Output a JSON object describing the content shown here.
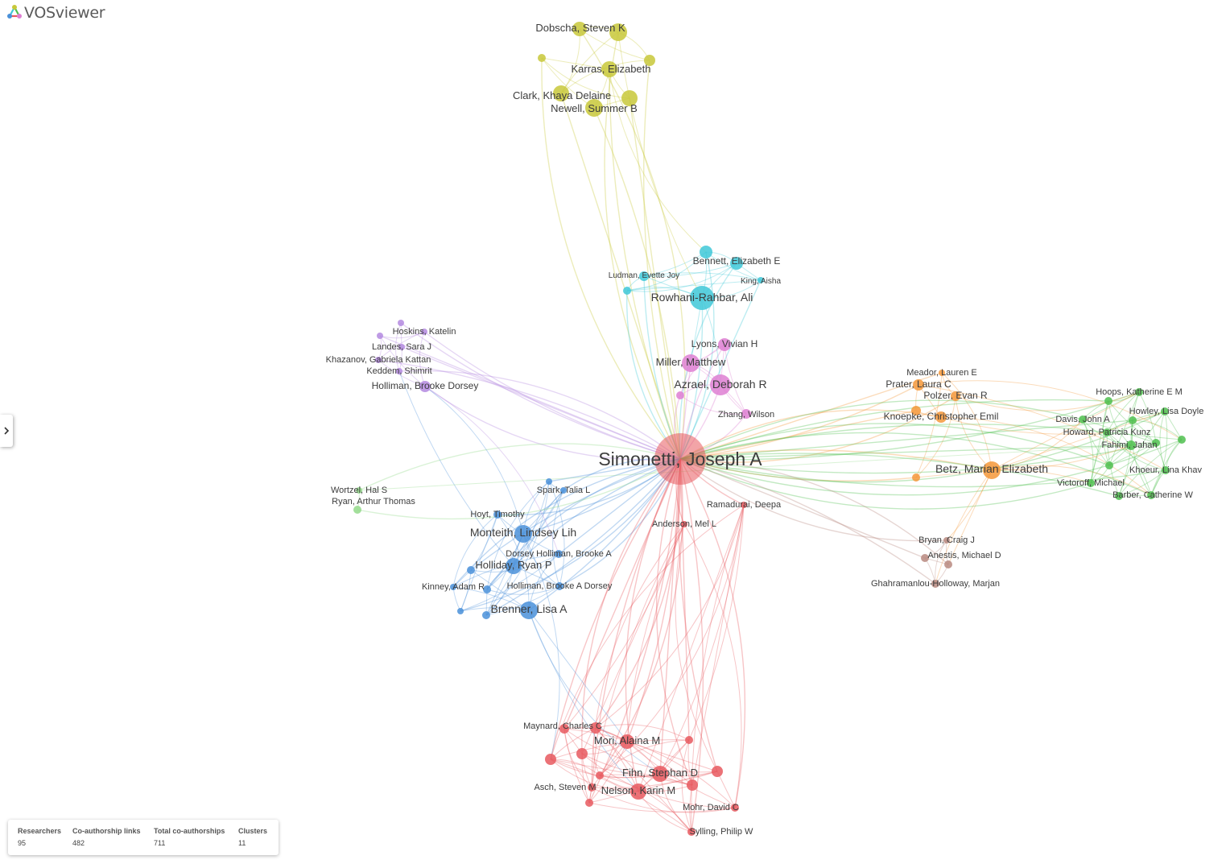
{
  "app": {
    "title": "VOSviewer"
  },
  "colors": {
    "red": "#e8595f",
    "orange": "#f4983a",
    "green": "#4fbf4f",
    "blue": "#4a90d9",
    "yellow": "#c8c83a",
    "cyan": "#3fc8d8",
    "pink": "#de7fd2",
    "purple": "#b48ae0",
    "brown": "#b88a80",
    "lightgreen": "#93d98a"
  },
  "network": {
    "nodes": [
      {
        "id": "simonetti",
        "label": "Simonetti, Joseph A",
        "cluster": "red"
      },
      {
        "id": "dobscha",
        "label": "Dobscha, Steven K",
        "cluster": "yellow"
      },
      {
        "id": "karras",
        "label": "Karras, Elizabeth",
        "cluster": "yellow"
      },
      {
        "id": "clark",
        "label": "Clark, Khaya Delaine",
        "cluster": "yellow"
      },
      {
        "id": "newell",
        "label": "Newell, Summer B",
        "cluster": "yellow"
      },
      {
        "id": "y1",
        "label": "",
        "cluster": "yellow"
      },
      {
        "id": "y2",
        "label": "",
        "cluster": "yellow"
      },
      {
        "id": "y3",
        "label": "",
        "cluster": "yellow"
      },
      {
        "id": "y4",
        "label": "",
        "cluster": "yellow"
      },
      {
        "id": "bennett",
        "label": "Bennett, Elizabeth E",
        "cluster": "cyan"
      },
      {
        "id": "ludman",
        "label": "Ludman, Evette Joy",
        "cluster": "cyan"
      },
      {
        "id": "king",
        "label": "King, Aisha",
        "cluster": "cyan"
      },
      {
        "id": "rowhani",
        "label": "Rowhani-Rahbar, Ali",
        "cluster": "cyan"
      },
      {
        "id": "c1",
        "label": "",
        "cluster": "cyan"
      },
      {
        "id": "c2",
        "label": "",
        "cluster": "cyan"
      },
      {
        "id": "lyons",
        "label": "Lyons, Vivian H",
        "cluster": "pink"
      },
      {
        "id": "miller",
        "label": "Miller, Matthew",
        "cluster": "pink"
      },
      {
        "id": "azrael",
        "label": "Azrael, Deborah R",
        "cluster": "pink"
      },
      {
        "id": "zhang",
        "label": "Zhang, Wilson",
        "cluster": "pink"
      },
      {
        "id": "p1",
        "label": "",
        "cluster": "pink"
      },
      {
        "id": "hoskins",
        "label": "Hoskins, Katelin",
        "cluster": "purple"
      },
      {
        "id": "landes",
        "label": "Landes, Sara J",
        "cluster": "purple"
      },
      {
        "id": "khazanov",
        "label": "Khazanov, Gabriela Kattan",
        "cluster": "purple"
      },
      {
        "id": "keddem",
        "label": "Keddem, Shimrit",
        "cluster": "purple"
      },
      {
        "id": "hollimanb",
        "label": "Holliman, Brooke Dorsey",
        "cluster": "purple"
      },
      {
        "id": "u1",
        "label": "",
        "cluster": "purple"
      },
      {
        "id": "u2",
        "label": "",
        "cluster": "purple"
      },
      {
        "id": "meador",
        "label": "Meador, Lauren E",
        "cluster": "orange"
      },
      {
        "id": "prater",
        "label": "Prater, Laura C",
        "cluster": "orange"
      },
      {
        "id": "polzer",
        "label": "Polzer, Evan R",
        "cluster": "orange"
      },
      {
        "id": "knoepke",
        "label": "Knoepke, Christopher Emil",
        "cluster": "orange"
      },
      {
        "id": "betz",
        "label": "Betz, Marian Elizabeth",
        "cluster": "orange"
      },
      {
        "id": "o1",
        "label": "",
        "cluster": "orange"
      },
      {
        "id": "o2",
        "label": "",
        "cluster": "orange"
      },
      {
        "id": "hoops",
        "label": "Hoops, Katherine E M",
        "cluster": "green"
      },
      {
        "id": "howley",
        "label": "Howley, Lisa Doyle",
        "cluster": "green"
      },
      {
        "id": "davis",
        "label": "Davis, John A",
        "cluster": "green"
      },
      {
        "id": "howard",
        "label": "Howard, Patricia Kunz",
        "cluster": "green"
      },
      {
        "id": "fahimi",
        "label": "Fahimi, Jahan",
        "cluster": "green"
      },
      {
        "id": "khoeur",
        "label": "Khoeur, Lina Khav",
        "cluster": "green"
      },
      {
        "id": "victoroff",
        "label": "Victoroff, Michael",
        "cluster": "green"
      },
      {
        "id": "barber",
        "label": "Barber, Catherine W",
        "cluster": "green"
      },
      {
        "id": "g1",
        "label": "",
        "cluster": "green"
      },
      {
        "id": "g2",
        "label": "",
        "cluster": "green"
      },
      {
        "id": "g3",
        "label": "",
        "cluster": "green"
      },
      {
        "id": "g4",
        "label": "",
        "cluster": "green"
      },
      {
        "id": "g5",
        "label": "",
        "cluster": "green"
      },
      {
        "id": "g6",
        "label": "",
        "cluster": "green"
      },
      {
        "id": "bryan",
        "label": "Bryan, Craig J",
        "cluster": "brown"
      },
      {
        "id": "anestis",
        "label": "Anestis, Michael D",
        "cluster": "brown"
      },
      {
        "id": "ghahramanlou",
        "label": "Ghahramanlou-Holloway, Marjan",
        "cluster": "brown"
      },
      {
        "id": "b1",
        "label": "",
        "cluster": "brown"
      },
      {
        "id": "wortzel",
        "label": "Wortzel, Hal S",
        "cluster": "lightgreen"
      },
      {
        "id": "ryan",
        "label": "Ryan, Arthur Thomas",
        "cluster": "lightgreen"
      },
      {
        "id": "spark",
        "label": "Spark, Talia L",
        "cluster": "blue"
      },
      {
        "id": "hoyt",
        "label": "Hoyt, Timothy",
        "cluster": "blue"
      },
      {
        "id": "monteith",
        "label": "Monteith, Lindsey Lih",
        "cluster": "blue"
      },
      {
        "id": "dorsey",
        "label": "Dorsey Holliman, Brooke A",
        "cluster": "blue"
      },
      {
        "id": "holliday",
        "label": "Holliday, Ryan P",
        "cluster": "blue"
      },
      {
        "id": "kinney",
        "label": "Kinney, Adam R",
        "cluster": "blue"
      },
      {
        "id": "hollimanba",
        "label": "Holliman, Brooke A Dorsey",
        "cluster": "blue"
      },
      {
        "id": "brenner",
        "label": "Brenner, Lisa A",
        "cluster": "blue"
      },
      {
        "id": "bl1",
        "label": "",
        "cluster": "blue"
      },
      {
        "id": "bl2",
        "label": "",
        "cluster": "blue"
      },
      {
        "id": "bl3",
        "label": "",
        "cluster": "blue"
      },
      {
        "id": "bl4",
        "label": "",
        "cluster": "blue"
      },
      {
        "id": "bl5",
        "label": "",
        "cluster": "blue"
      },
      {
        "id": "ramadurai",
        "label": "Ramadurai, Deepa",
        "cluster": "red"
      },
      {
        "id": "anderson",
        "label": "Anderson, Mel L",
        "cluster": "red"
      },
      {
        "id": "maynard",
        "label": "Maynard, Charles C",
        "cluster": "red"
      },
      {
        "id": "mori",
        "label": "Mori, Alaina M",
        "cluster": "red"
      },
      {
        "id": "fihn",
        "label": "Fihn, Stephan D",
        "cluster": "red"
      },
      {
        "id": "asch",
        "label": "Asch, Steven M",
        "cluster": "red"
      },
      {
        "id": "nelson",
        "label": "Nelson, Karin M",
        "cluster": "red"
      },
      {
        "id": "mohr",
        "label": "Mohr, David C",
        "cluster": "red"
      },
      {
        "id": "sylling",
        "label": "Sylling, Philip W",
        "cluster": "red"
      },
      {
        "id": "r1",
        "label": "",
        "cluster": "red"
      },
      {
        "id": "r2",
        "label": "",
        "cluster": "red"
      },
      {
        "id": "r3",
        "label": "",
        "cluster": "red"
      },
      {
        "id": "r4",
        "label": "",
        "cluster": "red"
      },
      {
        "id": "r5",
        "label": "",
        "cluster": "red"
      },
      {
        "id": "r6",
        "label": "",
        "cluster": "red"
      },
      {
        "id": "r7",
        "label": "",
        "cluster": "red"
      },
      {
        "id": "r8",
        "label": "",
        "cluster": "red"
      }
    ]
  },
  "stats": {
    "researchers": {
      "label": "Researchers",
      "value": "95"
    },
    "links": {
      "label": "Co-authorship links",
      "value": "482"
    },
    "total": {
      "label": "Total co-authorships",
      "value": "711"
    },
    "clusters": {
      "label": "Clusters",
      "value": "11"
    }
  }
}
